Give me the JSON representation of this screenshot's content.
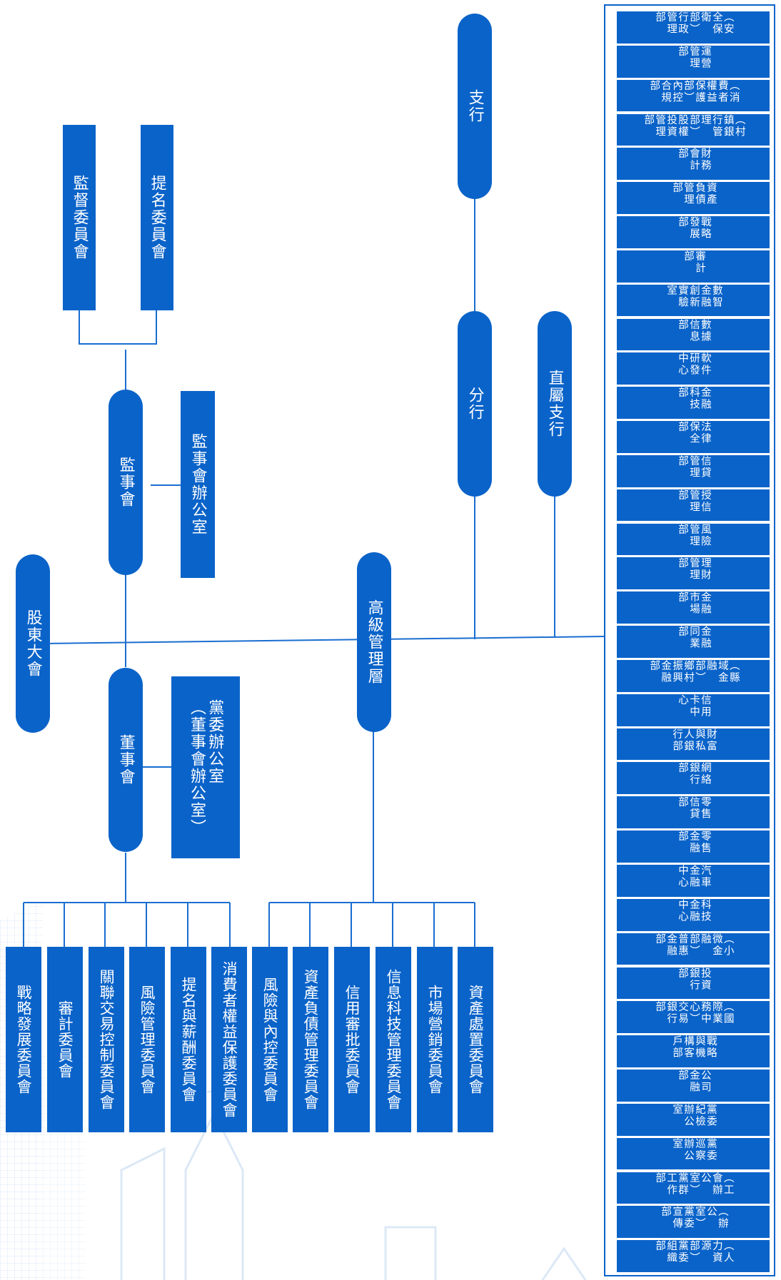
{
  "top_nodes": {
    "shareholders_meeting": "股東大會",
    "supervisory_board": "監事會",
    "supervisory_board_office": "監事會辦公室",
    "supervision_committee": "監督委員會",
    "nomination_committee_top": "提名委員會",
    "board_of_directors": "董事會",
    "party_committee_office": "黨委辦公室\n（董事會辦公室）",
    "senior_management": "高級管理層",
    "branch": "分行",
    "sub_branch": "支行",
    "direct_sub_branch": "直屬支行"
  },
  "board_committees": [
    "戰略發展委員會",
    "審計委員會",
    "關聯交易控制委員會",
    "風險管理委員會",
    "提名與薪酬委員會",
    "消費者權益保護委員會"
  ],
  "management_committees": [
    "風險與內控委員會",
    "資產負債管理委員會",
    "信用審批委員會",
    "信息科技管理委員會",
    "市場營銷委員會",
    "資產處置委員會"
  ],
  "departments": [
    "（安全保衛部）\n行政管理部",
    "運營管理部",
    "（消費者權益保護部）\n內控合規部",
    "（村鎮銀行管理部）\n股權投資管理部",
    "財務會計部",
    "資產負債管理部",
    "戰略發展部",
    "審計部",
    "數智金融創新實驗室",
    "數據信息部",
    "軟件研發中心",
    "金融科技部",
    "法律保全部",
    "信貸管理部",
    "授信管理部",
    "風險管理部",
    "理財管理部",
    "金融市場部",
    "金融同業部",
    "（縣域金融部）\n鄉村振興金融部",
    "信用卡中心",
    "財富與私人銀行部",
    "網絡銀行部",
    "零售信貸部",
    "零售金融部",
    "汽車金融中心",
    "科技金融中心",
    "（小微金融部）\n普惠金融部",
    "投資銀行部",
    "（國際業務中心）\n交易銀行部",
    "戰略與機構客戶部",
    "公司金融部",
    "黨委紀檢辦公室",
    "黨委巡察辦公室",
    "（工會辦公室）\n黨群工作部",
    "（辦公室）\n黨委宣傳部",
    "（人力資源部）\n黨委組織部"
  ],
  "colors": {
    "node_fill": "#0a63c9",
    "connector": "#1a6ed0",
    "background": "#ffffff",
    "watermark": "#dce8f6"
  }
}
